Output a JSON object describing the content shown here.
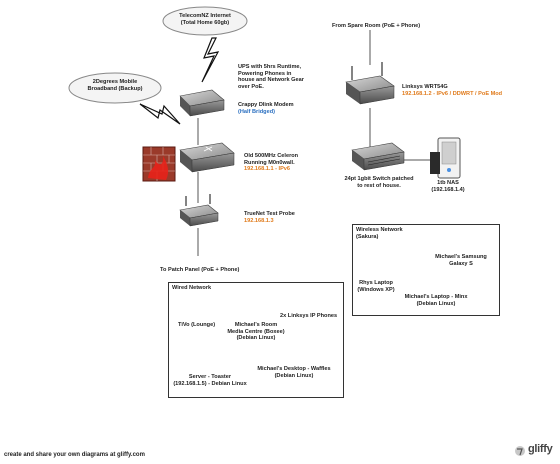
{
  "clouds": {
    "telecomnz": "TelecomNZ Internet",
    "telecomnz_sub": "(Total Home 60gb)",
    "twodegrees": "2Degrees Mobile",
    "twodegrees_sub": "Broadband (Backup)"
  },
  "ups": {
    "line1": "UPS with 5hrs Runtime,",
    "line2": "Powering Phones in",
    "line3": "house and Network Gear",
    "line4": "over PoE."
  },
  "modem": {
    "name": "Crappy Dlink Modem",
    "detail": "(Half Bridged)"
  },
  "firewall": {
    "line1": "Old 500MHz Celeron",
    "line2": "Running M0n0wall.",
    "ip": "192.168.1.1 - IPv6"
  },
  "probe": {
    "name": "TrueNet Test Probe",
    "ip": "192.168.1.3"
  },
  "patch_label": "To Patch Panel (PoE + Phone)",
  "spare_room": "From Spare Room (PoE + Phone)",
  "linksys": {
    "name": "Linksys WRT54G",
    "detail": "192.168.1.2 - IPv6 / DDWRT / PoE Mod"
  },
  "switch": {
    "line1": "24pt 1gbit Switch patched",
    "line2": "to rest of house."
  },
  "nas": {
    "name": "1tb NAS",
    "ip": "(192.168.1.4)"
  },
  "wired": {
    "title": "Wired Network",
    "tivo": "TiVo (Lounge)",
    "media_1": "Michael's Room",
    "media_2": "Media Centre (Boxee)",
    "media_3": "(Debian Linux)",
    "phones": "2x Linksys IP Phones",
    "server_1": "Server - Toaster",
    "server_2": "(192.168.1.5) - Debian Linux",
    "desktop_1": "Michael's Desktop - Waffles",
    "desktop_2": "(Debian Linux)"
  },
  "wireless": {
    "title": "Wireless Network",
    "subtitle": "(Sakura)",
    "samsung_1": "Michael's Samsung",
    "samsung_2": "Galaxy S",
    "rhys_1": "Rhys Laptop",
    "rhys_2": "(Windows XP)",
    "mlaptop_1": "Michael's Laptop - Minx",
    "mlaptop_2": "(Debian Linux)"
  },
  "footer": "create and share your own diagrams at gliffy.com",
  "brand": "gliffy",
  "colors": {
    "orange": "#e07a1a",
    "blue": "#2a6fc0",
    "line": "#555555",
    "device": "#6b6b6b"
  }
}
